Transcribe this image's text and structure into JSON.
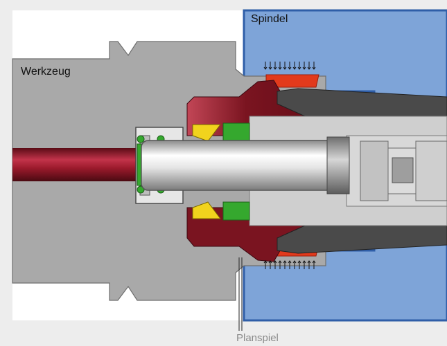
{
  "labels": {
    "spindle": "Spindel",
    "tool": "Werkzeug",
    "face_gap": "Planspiel"
  },
  "colors": {
    "background": "#ededed",
    "panel": "#ffffff",
    "spindle": "#7ea4d8",
    "spindle_edge": "#2f5ea8",
    "tool_body": "#a9a9a9",
    "tool_edge": "#6e6e6e",
    "clamp_set": "#7a1420",
    "coolant_tube": "#9c1a2c",
    "clamping_segment": "#e23a1c",
    "green_seal": "#35a82e",
    "yellow_seal": "#f1d31d",
    "drawbar": "#4a4a4a",
    "caption": "#8a8a8a"
  }
}
